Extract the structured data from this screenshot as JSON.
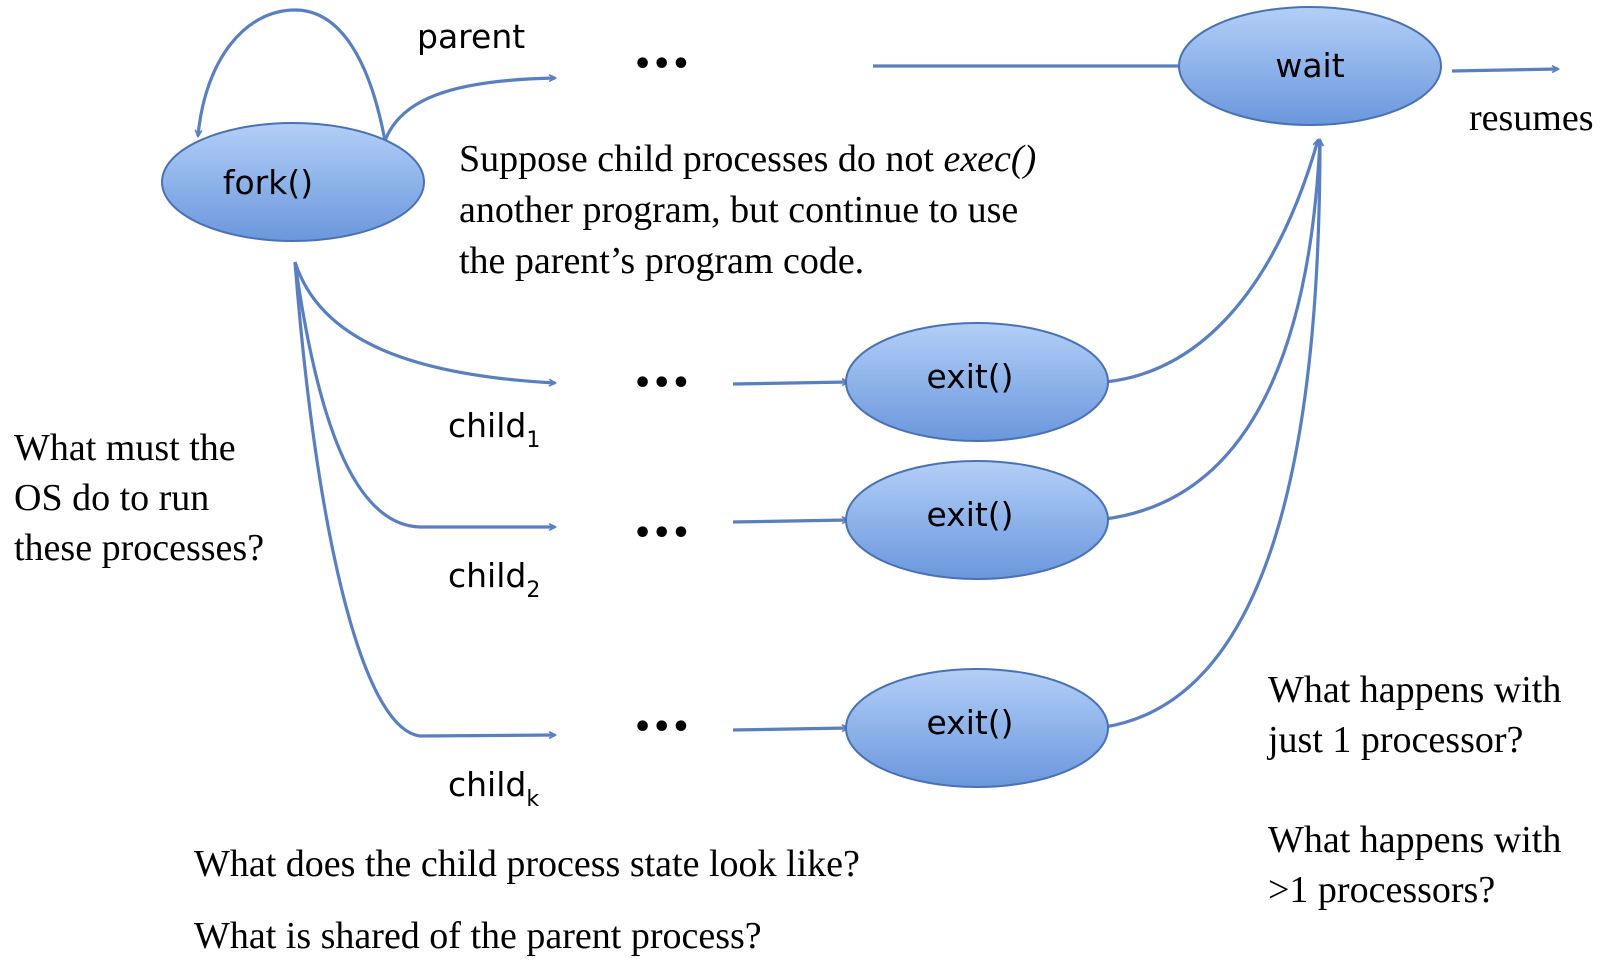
{
  "nodes": {
    "fork": "fork()",
    "wait": "wait",
    "exit_1": "exit()",
    "exit_2": "exit()",
    "exit_k": "exit()"
  },
  "labels": {
    "parent": "parent",
    "resumes": "resumes",
    "child1_base": "child",
    "child1_sub": "1",
    "child2_base": "child",
    "child2_sub": "2",
    "childk_base": "child",
    "childk_sub": "k",
    "ellipsis": "•••"
  },
  "notes": {
    "suppose_line1_pre": "Suppose child processes do not ",
    "suppose_line1_em": "exec()",
    "suppose_line2": "another program, but continue to use",
    "suppose_line3": "the parent’s program code.",
    "os_line1": "What must the",
    "os_line2": "OS do to run",
    "os_line3": "these processes?",
    "one_proc_line1": "What happens with",
    "one_proc_line2": "just 1 processor?",
    "multi_proc_line1": "What happens with",
    "multi_proc_line2": ">1 processors?",
    "child_state": "What does the child process state look like?",
    "shared": "What is shared of the parent process?"
  },
  "colors": {
    "node_fill_top": "#a9c8f5",
    "node_fill_bottom": "#6f9be0",
    "node_stroke": "#4a72b3",
    "edge": "#5a7fbf"
  }
}
